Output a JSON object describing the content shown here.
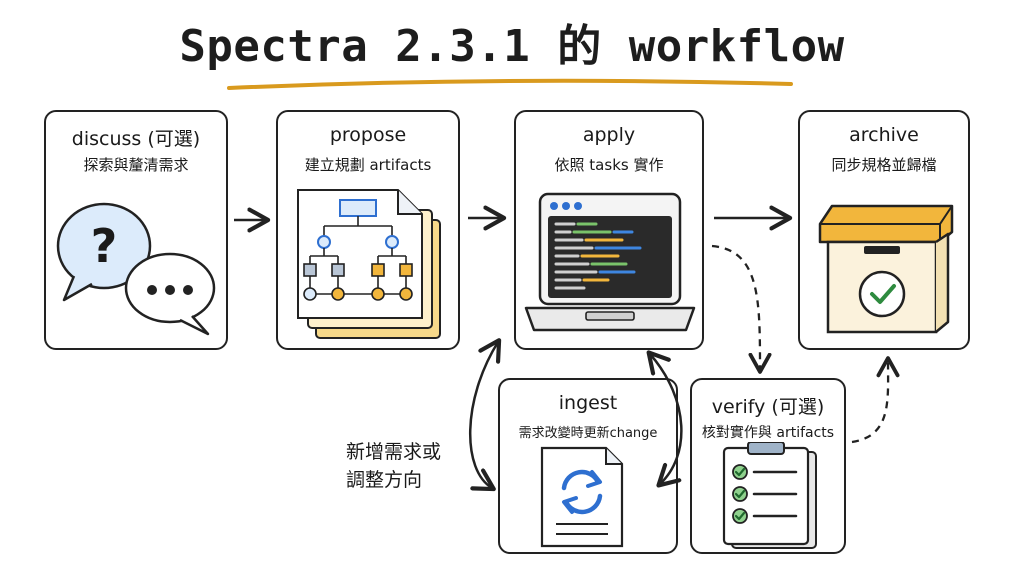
{
  "title": "Spectra 2.3.1 的 workflow",
  "colors": {
    "underline": "#d99a1e",
    "accent_blue": "#2e6fd0",
    "accent_yellow": "#f2b63c",
    "check_green": "#2e8b3f"
  },
  "stages": {
    "discuss": {
      "name": "discuss (可選)",
      "desc": "探索與釐清需求",
      "icon": "speech-bubbles-icon"
    },
    "propose": {
      "name": "propose",
      "desc": "建立規劃 artifacts",
      "icon": "flowchart-document-icon"
    },
    "apply": {
      "name": "apply",
      "desc": "依照 tasks 實作",
      "icon": "laptop-code-icon"
    },
    "archive": {
      "name": "archive",
      "desc": "同步規格並歸檔",
      "icon": "archive-box-icon"
    },
    "ingest": {
      "name": "ingest",
      "desc": "需求改變時更新change",
      "icon": "sync-document-icon"
    },
    "verify": {
      "name": "verify (可選)",
      "desc": "核對實作與 artifacts",
      "icon": "checklist-clipboard-icon"
    }
  },
  "side_note": [
    "新增需求或",
    "調整方向"
  ]
}
